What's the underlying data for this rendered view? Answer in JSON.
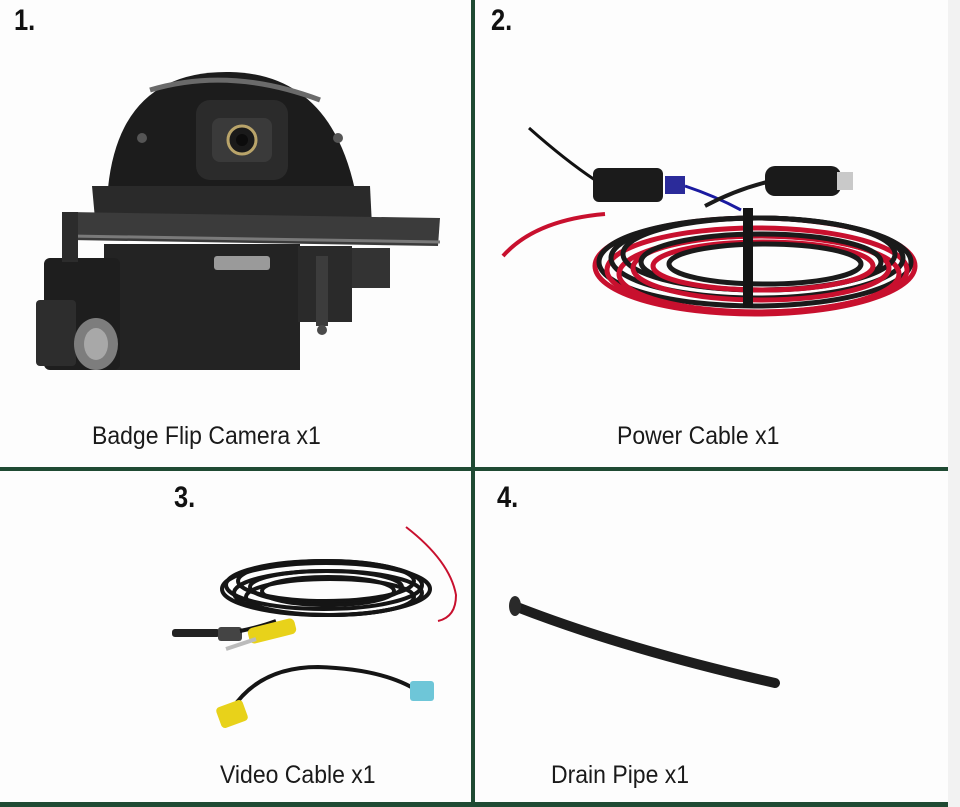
{
  "items": [
    {
      "number": "1.",
      "caption": "Badge Flip Camera x1"
    },
    {
      "number": "2.",
      "caption": "Power Cable x1"
    },
    {
      "number": "3.",
      "caption": "Video Cable x1"
    },
    {
      "number": "4.",
      "caption": "Drain Pipe x1"
    }
  ],
  "colors": {
    "divider": "#1f4a33",
    "cable_red": "#c8102e",
    "connector_yellow": "#e8d21a",
    "connector_blue": "#6ec6d8"
  }
}
